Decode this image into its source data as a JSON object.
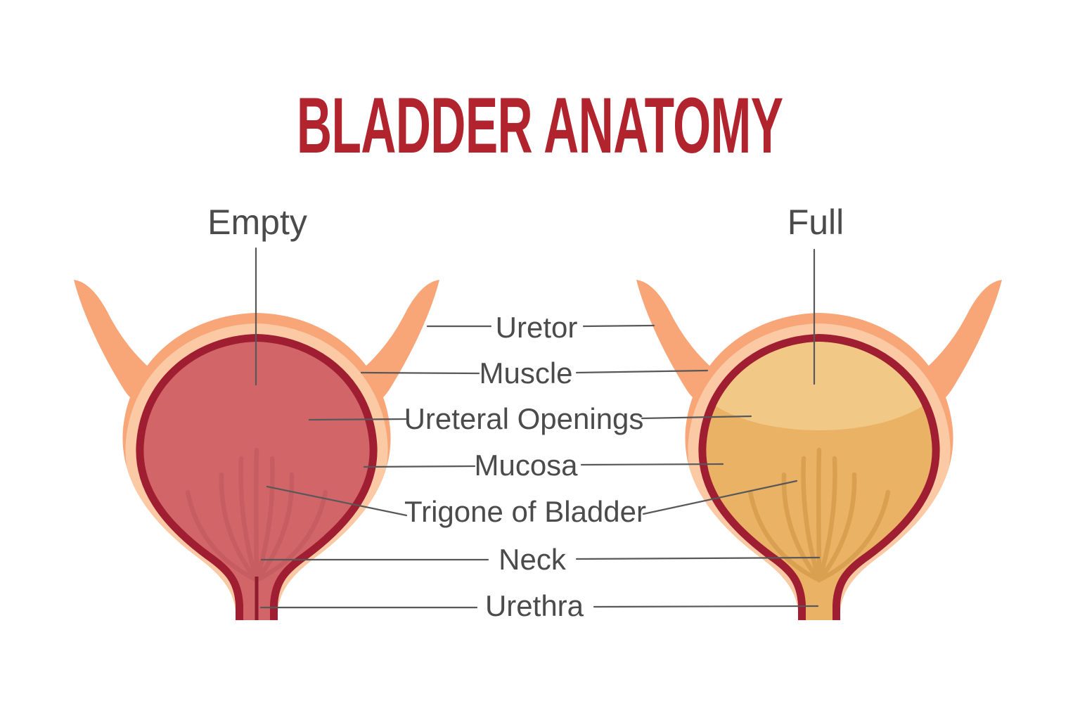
{
  "title": {
    "text": "BLADDER ANATOMY",
    "color": "#B1242E"
  },
  "figures": {
    "empty": {
      "label": "Empty"
    },
    "full": {
      "label": "Full"
    }
  },
  "annotations": [
    "Uretor",
    "Muscle",
    "Ureteral Openings",
    "Mucosa",
    "Trigone of Bladder",
    "Neck",
    "Urethra"
  ],
  "colors": {
    "background": "#FFFFFF",
    "label_text": "#4B4B4B",
    "leader_line": "#58585A",
    "body_orange": "#F8A577",
    "body_highlight": "#FBC9A3",
    "muscle_red": "#A01E31",
    "empty_interior": "#D26568",
    "empty_strand": "#C75C61",
    "empty_channel": "#8E1C2E",
    "full_interior": "#EAB265",
    "full_interior_light": "#F2C887",
    "full_strand": "#D9A052"
  }
}
